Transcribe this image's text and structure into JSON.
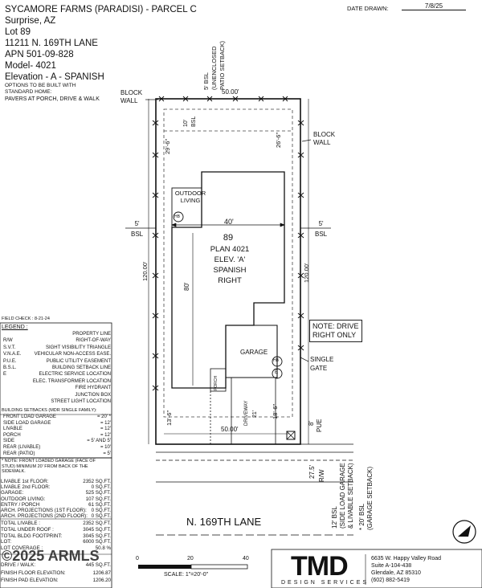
{
  "header": {
    "line1": "SYCAMORE FARMS (PARADISI) - PARCEL C",
    "line2": "Surprise, AZ",
    "lot": "Lot 89",
    "address": "11211 N. 169TH LANE",
    "apn": "APN 501-09-828",
    "model": "Model- 4021",
    "elevation": "Elevation - A - SPANISH",
    "options_note1": "OPTIONS TO BE BUILT WITH",
    "options_note2": "STANDARD HOME:",
    "options_value": "PAVERS AT PORCH, DRIVE & WALK",
    "date_label": "DATE DRAWN:",
    "date_value": "7/8/25"
  },
  "plot": {
    "block_wall_left": [
      "BLOCK",
      "WALL"
    ],
    "block_wall_right": [
      "BLOCK",
      "WALL"
    ],
    "top_setback_rotated": [
      "5' BSL",
      "(UNENCLOSED",
      "PATIO SETBACK)"
    ],
    "dim_top": "50.00'",
    "dim_10": "10'",
    "dim_bsl": "BSL",
    "dim_29_6": "29'-6\"",
    "dim_26_6": "26'-6\"",
    "outdoor_living": [
      "OUTDOOR",
      "LIVING"
    ],
    "hb": "HB",
    "dim_40": "40'",
    "side_left": [
      "5'",
      "BSL"
    ],
    "side_right": [
      "5'",
      "BSL"
    ],
    "lot_number": "89",
    "plan": [
      "PLAN 4021",
      "ELEV. 'A'",
      "SPANISH",
      "RIGHT"
    ],
    "dim_120_left": "120.00'",
    "dim_120_right": "120.00'",
    "dim_80": "80'",
    "note_drive": [
      "NOTE: DRIVE",
      "RIGHT ONLY"
    ],
    "garage": "GARAGE",
    "single_gate": [
      "SINGLE",
      "GATE"
    ],
    "e": "E",
    "porch": "PORCH",
    "driveway": "DRIVEWAY",
    "dim_21": "21'",
    "dim_13_6": "13'-6\"",
    "dim_18_6": "18'-6\"",
    "dim_8": "8'",
    "pue": "PUE",
    "dim_bottom": "50.00'",
    "rw_dim": "27.5'",
    "rw": "R/W",
    "side_load": [
      "12' BSL",
      "(SIDE LOAD GARAGE",
      "& LIVABLE SETBACK)"
    ],
    "garage_setback": [
      "* 20' BSL",
      "(GARAGE SETBACK)"
    ],
    "street": "N. 169TH LANE"
  },
  "legend": {
    "field_check": "FIELD CHECK : 8-21-24",
    "title": "LEGEND :",
    "items": [
      {
        "k": "",
        "v": "PROPERTY LINE"
      },
      {
        "k": "R/W",
        "v": "RIGHT-OF-WAY"
      },
      {
        "k": "S.V.T.",
        "v": "SIGHT VISIBILITY TRIANGLE"
      },
      {
        "k": "V.N.A.E.",
        "v": "VEHICULAR NON-ACCESS EASE."
      },
      {
        "k": "P.U.E.",
        "v": "PUBLIC UTILITY EASEMENT"
      },
      {
        "k": "B.S.L.",
        "v": "BUILDING SETBACK LINE"
      },
      {
        "k": "E",
        "v": "ELECTRIC SERVICE LOCATION"
      },
      {
        "k": "",
        "v": "ELEC. TRANSFORMER LOCATION"
      },
      {
        "k": "",
        "v": "FIRE HYDRANT"
      },
      {
        "k": "",
        "v": "JUNCTION BOX"
      },
      {
        "k": "",
        "v": "STREET LIGHT LOCATION"
      }
    ]
  },
  "setbacks": {
    "title": "BUILDING SETBACKS (MDR SINGLE FAMILY):",
    "items": [
      {
        "k": "FRONT LOAD GARAGE",
        "v": "= 20' *"
      },
      {
        "k": "SIDE LOAD GARAGE",
        "v": "= 12'"
      },
      {
        "k": "LIVABLE",
        "v": "= 12'"
      },
      {
        "k": "PORCH",
        "v": "= 12'"
      },
      {
        "k": "SIDE",
        "v": "= 5' AND 5'"
      },
      {
        "k": "REAR (LIVABLE)",
        "v": "= 10'"
      },
      {
        "k": "REAR (PATIO)",
        "v": "= 5'"
      }
    ],
    "note1": "* NOTE: FRONT LOADED GARAGE (FACE OF",
    "note2": "STUD) MINIMUM 20' FROM BACK OF THE",
    "note3": "SIDEWALK."
  },
  "areas": {
    "items": [
      {
        "k": "LIVABLE 1st FLOOR:",
        "v": "2352 SQ.FT."
      },
      {
        "k": "LIVABLE 2nd FLOOR:",
        "v": "0 SQ.FT."
      },
      {
        "k": "GARAGE:",
        "v": "525 SQ.FT."
      },
      {
        "k": "OUTDOOR LIVING:",
        "v": "107 SQ.FT."
      },
      {
        "k": "ENTRY / PORCH",
        "v": "61 SQ.FT."
      },
      {
        "k": "ARCH. PROJECTIONS (1ST FLOOR):",
        "v": "0 SQ.FT."
      },
      {
        "k": "ARCH. PROJECTIONS (2ND FLOOR):",
        "v": "0 SQ.FT."
      }
    ],
    "totals": [
      {
        "k": "TOTAL LIVABLE :",
        "v": "2352 SQ.FT."
      },
      {
        "k": "TOTAL UNDER ROOF :",
        "v": "3045 SQ.FT."
      },
      {
        "k": "TOTAL BLDG FOOTPRINT:",
        "v": "3045 SQ.FT."
      },
      {
        "k": "LOT:",
        "v": "6000 SQ.FT."
      },
      {
        "k": "LOT COVERAGE :",
        "v": "50.8 %"
      }
    ],
    "final": [
      {
        "k": "DRIVE / WALK:",
        "v": "445 SQ.FT."
      },
      {
        "k": "FINISH FLOOR ELEVATION:",
        "v": "1206.87"
      },
      {
        "k": "FINISH PAD ELEVATION:",
        "v": "1206.20"
      }
    ],
    "watermark": "©2025 ARMLS"
  },
  "scale": {
    "ticks": [
      "0",
      "20",
      "40"
    ],
    "label": "SCALE:  1\"=20'-0\""
  },
  "company": {
    "logo": "TMD",
    "tag": "DESIGN SERVICES",
    "addr1": "6635 W. Happy Valley Road",
    "addr2": "Suite A-104-438",
    "addr3": "Glendale, AZ 85310",
    "phone": "(602) 882-5419"
  }
}
